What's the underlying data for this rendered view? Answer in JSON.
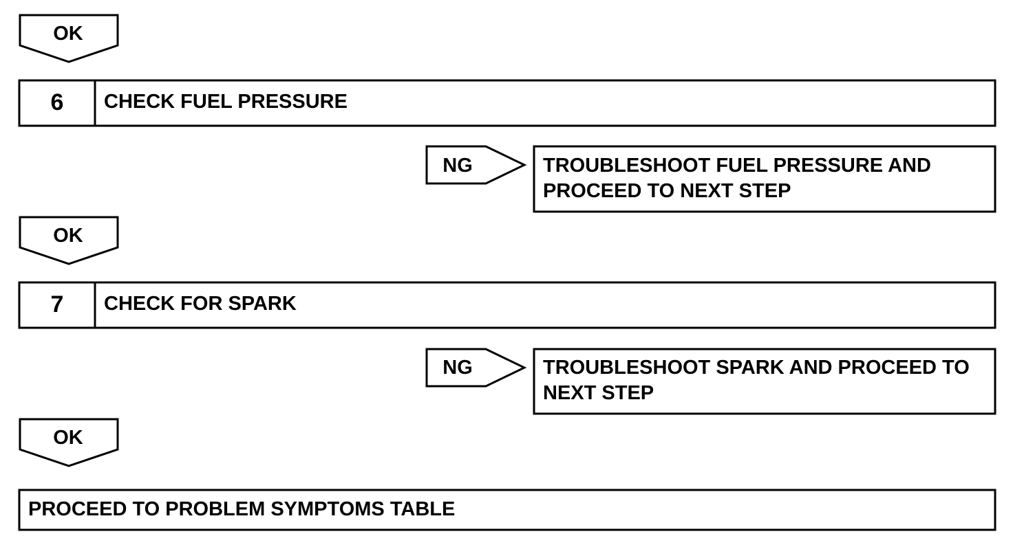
{
  "flow": {
    "ok_label": "OK",
    "ng_label": "NG",
    "steps": [
      {
        "number": "6",
        "title": "CHECK FUEL PRESSURE",
        "ng_action": "TROUBLESHOOT FUEL PRESSURE AND PROCEED TO NEXT STEP"
      },
      {
        "number": "7",
        "title": "CHECK FOR SPARK",
        "ng_action": "TROUBLESHOOT SPARK AND PROCEED TO NEXT STEP"
      }
    ],
    "final_action": "PROCEED TO PROBLEM SYMPTOMS TABLE"
  }
}
